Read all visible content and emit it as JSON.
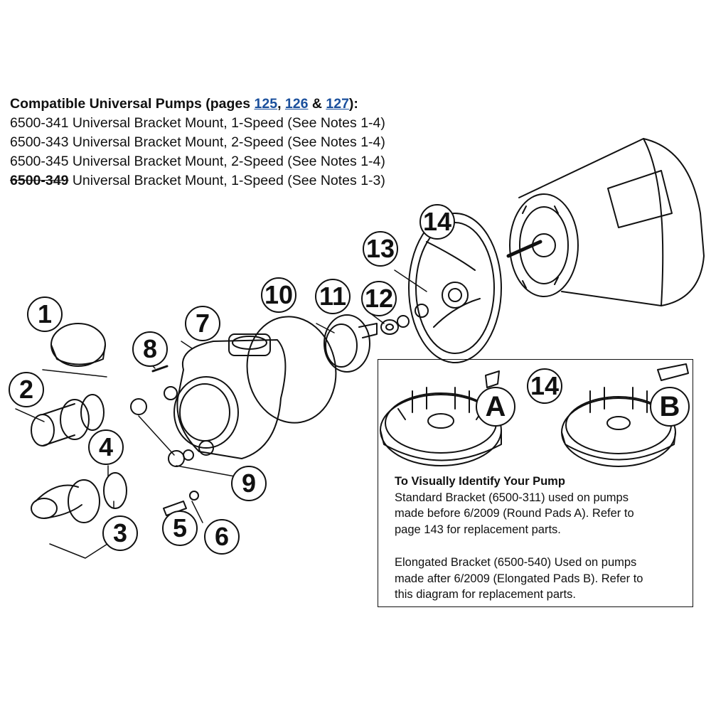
{
  "header": {
    "title_prefix": "Compatible Universal Pumps (pages ",
    "page_links": [
      "125",
      "126",
      "127"
    ],
    "sep1": ", ",
    "sep2": " & ",
    "title_suffix": "):",
    "pumps": [
      {
        "model": "6500-341",
        "desc": " Universal Bracket Mount, 1-Speed (See Notes 1-4)",
        "discontinued": false
      },
      {
        "model": "6500-343",
        "desc": " Universal Bracket Mount, 2-Speed (See Notes 1-4)",
        "discontinued": false
      },
      {
        "model": "6500-345",
        "desc": " Universal Bracket Mount, 2-Speed (See Notes 1-4)",
        "discontinued": false
      },
      {
        "model": "6500-349",
        "desc": " Universal Bracket Mount, 1-Speed (See Notes 1-3)",
        "discontinued": true
      }
    ]
  },
  "callouts": [
    "1",
    "2",
    "3",
    "4",
    "5",
    "6",
    "7",
    "8",
    "9",
    "10",
    "11",
    "12",
    "13",
    "14"
  ],
  "identify": {
    "callout": "14",
    "pad_a": "A",
    "pad_b": "B",
    "title": "To Visually Identify Your Pump",
    "standard_lines": [
      "Standard Bracket (6500-311) used on pumps",
      "made before 6/2009 (Round Pads A). Refer to",
      "page 143 for replacement parts."
    ],
    "elongated_lines": [
      "Elongated Bracket (6500-540) Used on pumps",
      "made after 6/2009 (Elongated Pads B). Refer to",
      "this diagram for replacement parts."
    ]
  }
}
